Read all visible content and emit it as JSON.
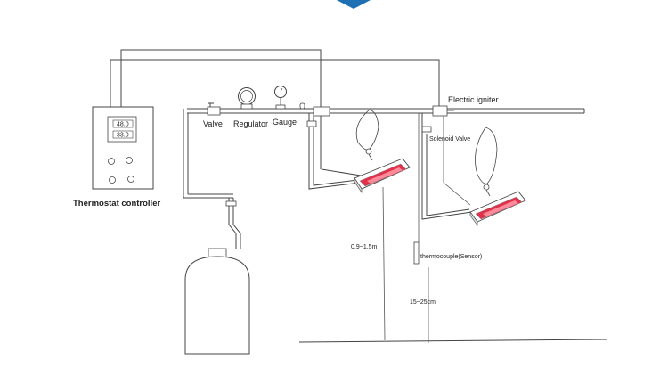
{
  "colors": {
    "accent": "#1f6fb5",
    "heater_element": "#e0304a",
    "line": "#444444"
  },
  "labels": {
    "valve": "Valve",
    "regulator": "Regulator",
    "gauge": "Gauge",
    "electric_igniter": "Electric igniter",
    "solenoid_valve": "Solenoid Valve",
    "thermostat_controller": "Thermostat controller",
    "thermocouple": "thermocouple(Sensor)",
    "height_range": "0.9~1.5m",
    "sensor_distance": "15~25cm"
  },
  "controller": {
    "display_top": "48.0",
    "display_bottom": "33.0"
  },
  "icons": [
    "banner-chevron-icon"
  ]
}
